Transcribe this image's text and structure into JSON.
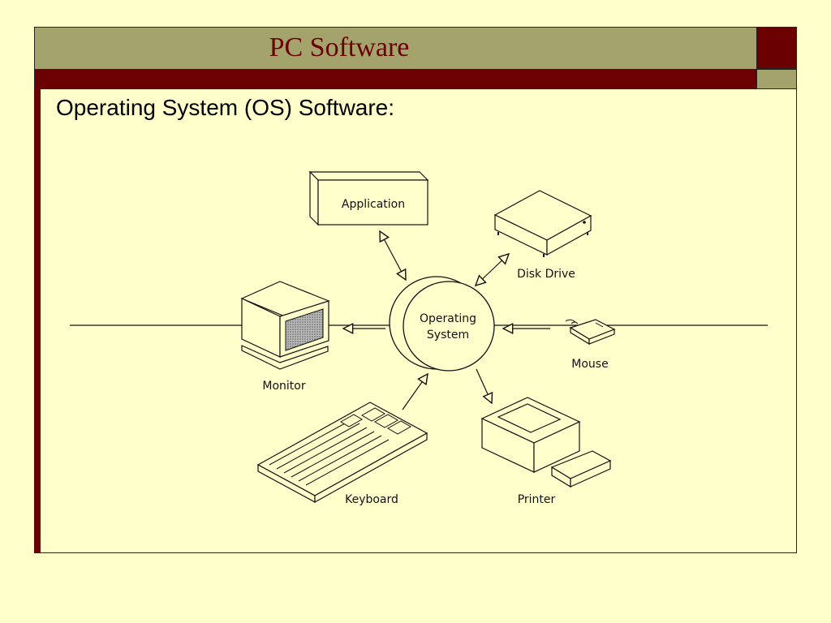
{
  "slide": {
    "title": "PC Software",
    "subtitle": "Operating System (OS) Software:"
  },
  "diagram": {
    "center": {
      "line1": "Operating",
      "line2": "System"
    },
    "components": {
      "application": "Application",
      "disk_drive": "Disk Drive",
      "monitor": "Monitor",
      "mouse": "Mouse",
      "keyboard": "Keyboard",
      "printer": "Printer"
    }
  },
  "colors": {
    "background": "#ffffcc",
    "title_band": "#a3a36b",
    "accent": "#6b0000"
  }
}
